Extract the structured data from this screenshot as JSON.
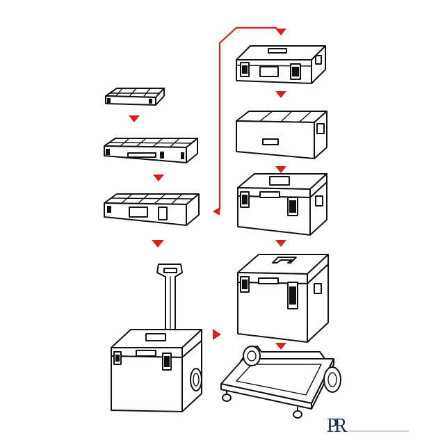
{
  "diagram": {
    "kind": "modular-toolbox-stacking-system",
    "accent_color": "#d9201e",
    "line_color": "#111111",
    "background": "#ffffff",
    "components": [
      "small-organizer",
      "medium-organizer",
      "large-organizer",
      "flat-toolbox",
      "open-crate",
      "medium-toolbox",
      "tall-toolbox",
      "rolling-toolbox-with-handle",
      "wheeled-cart-base"
    ]
  },
  "logo": {
    "text": "PR",
    "color": "#1e2a4a"
  }
}
